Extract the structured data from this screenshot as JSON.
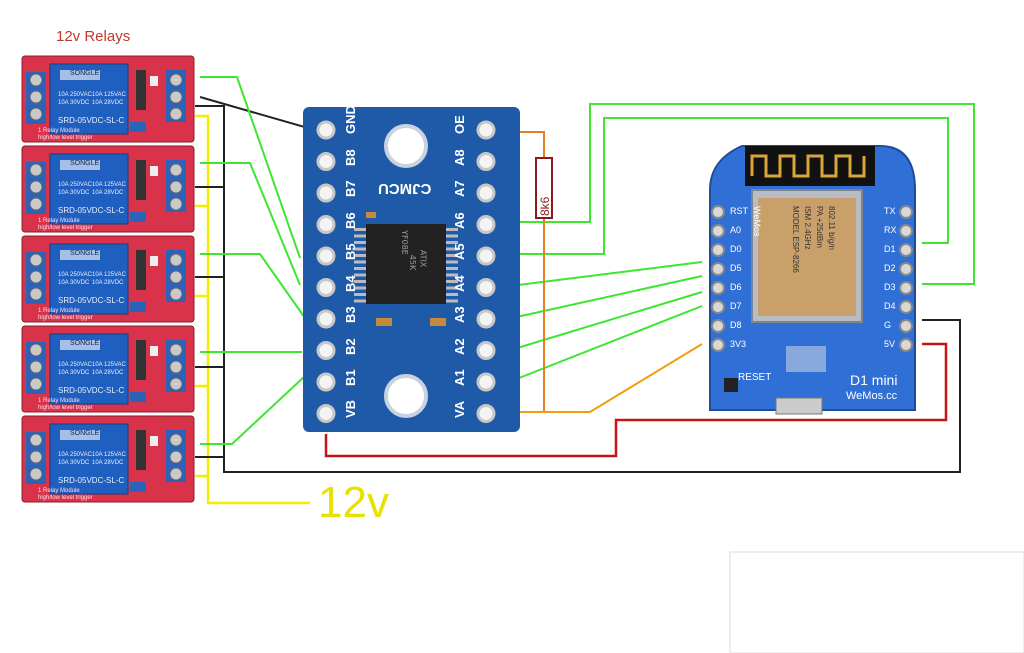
{
  "header": {
    "title": "12v Relays"
  },
  "supply": {
    "label": "12v"
  },
  "resistor": {
    "value": "8k6"
  },
  "relay_module": {
    "count": 5,
    "brand": "SONGLE",
    "model": "SRD-05VDC-SL-C",
    "ratings": [
      "10A 250VAC",
      "10A 125VAC",
      "10A 30VDC",
      "10A 28VDC"
    ],
    "board_text": [
      "1 Relay Module",
      "high/low level trigger"
    ]
  },
  "level_shifter": {
    "brand": "CJMCU",
    "chip_marking": [
      "YF08E",
      "45K",
      "ATIX"
    ],
    "left_pins": [
      "GND",
      "B8",
      "B7",
      "B6",
      "B5",
      "B4",
      "B3",
      "B2",
      "B1",
      "VB"
    ],
    "right_pins": [
      "OE",
      "A8",
      "A7",
      "A6",
      "A5",
      "A4",
      "A3",
      "A2",
      "A1",
      "VA"
    ]
  },
  "mcu": {
    "name": "D1 mini",
    "brand": "WeMos.cc",
    "module_text": [
      "WeMos",
      "MODEL ESP-8266",
      "ISM 2.4GHz",
      "PA +25dBm",
      "802.11 b/g/n"
    ],
    "reset_label": "RESET",
    "left_pins": [
      "RST",
      "A0",
      "D0",
      "D5",
      "D6",
      "D7",
      "D8",
      "3V3"
    ],
    "right_pins": [
      "TX",
      "RX",
      "D1",
      "D2",
      "D3",
      "D4",
      "G",
      "5V"
    ]
  },
  "colors": {
    "relay_board": "#d8334a",
    "relay_body": "#1f5fbf",
    "level_shifter_board": "#1e5aa8",
    "mcu_board": "#2f6fd6",
    "wire_signal": "#3ee630",
    "wire_12v": "#f2ee00",
    "wire_ground": "#222222",
    "wire_5v": "#c81414",
    "wire_3v3": "#f39c12",
    "resistor_wire": "#e67e22"
  }
}
